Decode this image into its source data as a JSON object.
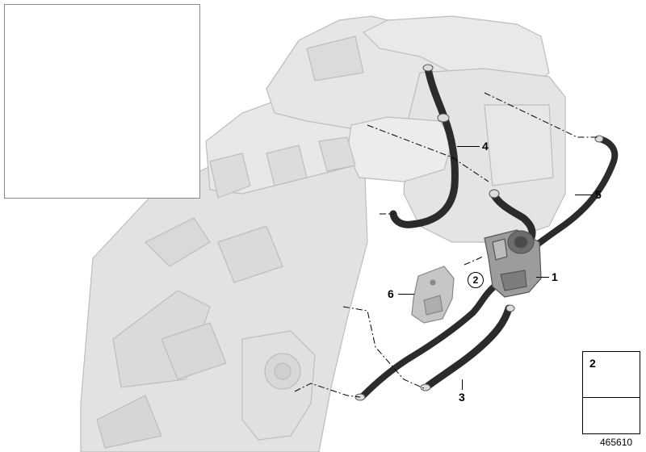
{
  "callouts": {
    "p1": "1",
    "p2": "2",
    "p3": "3",
    "p4": "4",
    "p5": "5",
    "p6": "6"
  },
  "legend": {
    "part_number": "2",
    "screw_icon": "screw-icon",
    "arrow_icon": "assembly-arrow-icon"
  },
  "document_id": "465610",
  "colors": {
    "engine_gray": "#dedede",
    "engine_outline": "#b9b9b9",
    "hose_black": "#2a2a2a",
    "highlight_yellow": "#f2e200"
  }
}
